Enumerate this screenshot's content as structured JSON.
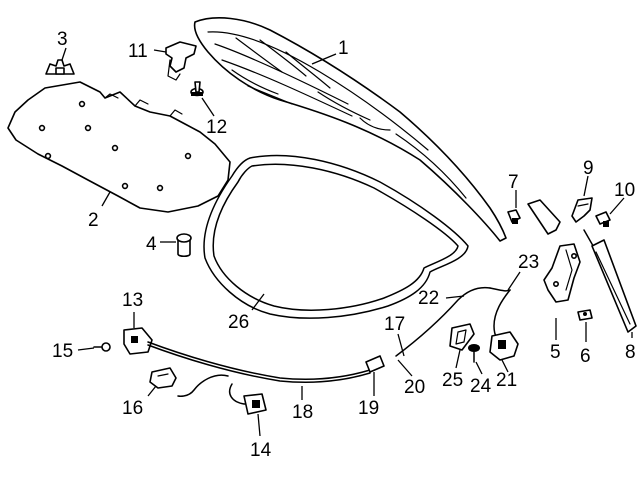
{
  "callouts": [
    {
      "id": "c1",
      "number": "1"
    },
    {
      "id": "c2",
      "number": "2"
    },
    {
      "id": "c3",
      "number": "3"
    },
    {
      "id": "c4",
      "number": "4"
    },
    {
      "id": "c5",
      "number": "5"
    },
    {
      "id": "c6",
      "number": "6"
    },
    {
      "id": "c7",
      "number": "7"
    },
    {
      "id": "c8",
      "number": "8"
    },
    {
      "id": "c9",
      "number": "9"
    },
    {
      "id": "c10",
      "number": "10"
    },
    {
      "id": "c11",
      "number": "11"
    },
    {
      "id": "c12",
      "number": "12"
    },
    {
      "id": "c13",
      "number": "13"
    },
    {
      "id": "c14",
      "number": "14"
    },
    {
      "id": "c15",
      "number": "15"
    },
    {
      "id": "c16",
      "number": "16"
    },
    {
      "id": "c17",
      "number": "17"
    },
    {
      "id": "c18",
      "number": "18"
    },
    {
      "id": "c19",
      "number": "19"
    },
    {
      "id": "c20",
      "number": "20"
    },
    {
      "id": "c21",
      "number": "21"
    },
    {
      "id": "c22",
      "number": "22"
    },
    {
      "id": "c23",
      "number": "23"
    },
    {
      "id": "c24",
      "number": "24"
    },
    {
      "id": "c25",
      "number": "25"
    },
    {
      "id": "c26",
      "number": "26"
    }
  ]
}
